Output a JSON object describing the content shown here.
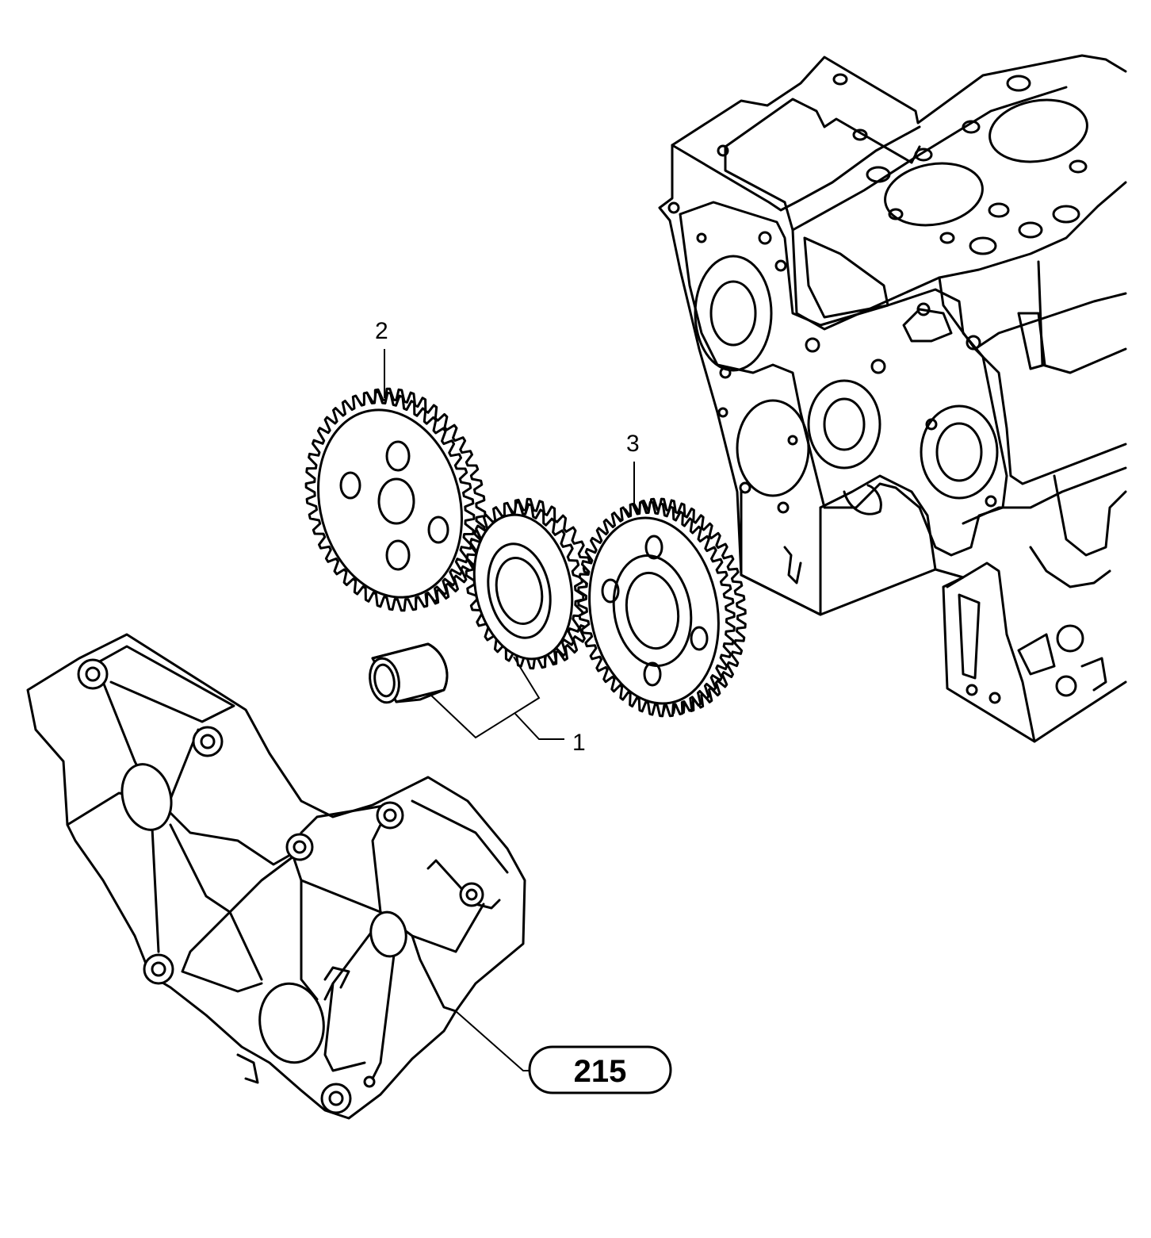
{
  "callouts": [
    {
      "id": "1",
      "label": "1"
    },
    {
      "id": "2",
      "label": "2"
    },
    {
      "id": "3",
      "label": "3"
    }
  ],
  "reference": {
    "label": "215"
  },
  "components": {
    "engine_block": "engine-block",
    "idler_gear": "idler-gear",
    "bushing": "bushing",
    "camshaft_gear": "camshaft-gear",
    "pump_gear": "pump-gear",
    "timing_cover": "timing-gear-cover"
  }
}
